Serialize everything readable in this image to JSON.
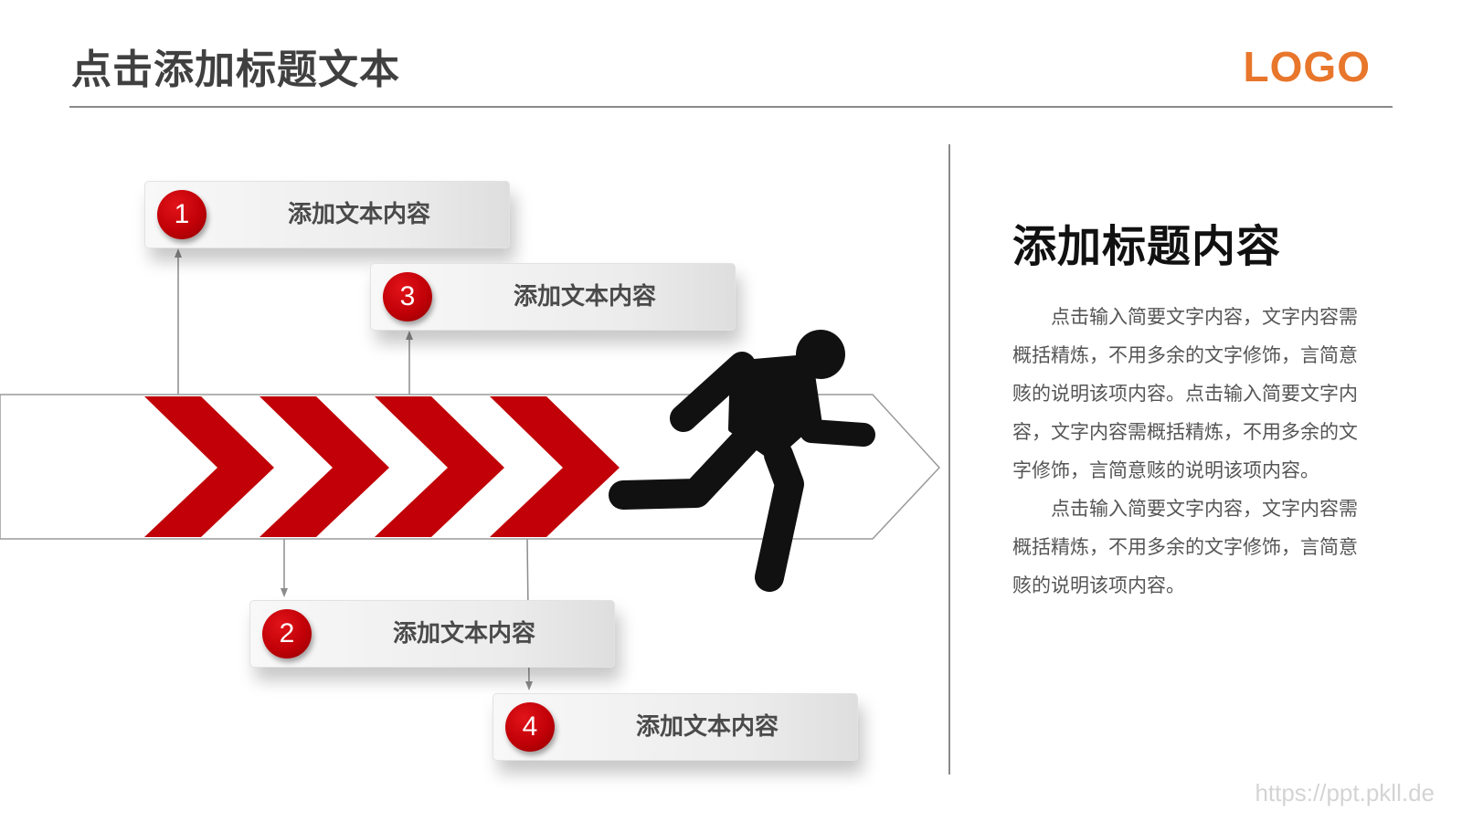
{
  "header": {
    "title": "点击添加标题文本",
    "logo": "LOGO"
  },
  "diagram": {
    "steps": [
      {
        "number": "1",
        "label": "添加文本内容"
      },
      {
        "number": "2",
        "label": "添加文本内容"
      },
      {
        "number": "3",
        "label": "添加文本内容"
      },
      {
        "number": "4",
        "label": "添加文本内容"
      }
    ],
    "chevron_count": 4,
    "icon": "running-man-icon"
  },
  "side": {
    "title": "添加标题内容",
    "paragraphs": [
      "点击输入简要文字内容，文字内容需概括精炼，不用多余的文字修饰，言简意赅的说明该项内容。点击输入简要文字内容，文字内容需概括精炼，不用多余的文字修饰，言简意赅的说明该项内容。",
      "点击输入简要文字内容，文字内容需概括精炼，不用多余的文字修饰，言简意赅的说明该项内容。"
    ]
  },
  "watermark": "https://ppt.pkll.de",
  "colors": {
    "accent_red": "#c10007",
    "logo_orange": "#e8762b",
    "title_gray": "#404040"
  }
}
